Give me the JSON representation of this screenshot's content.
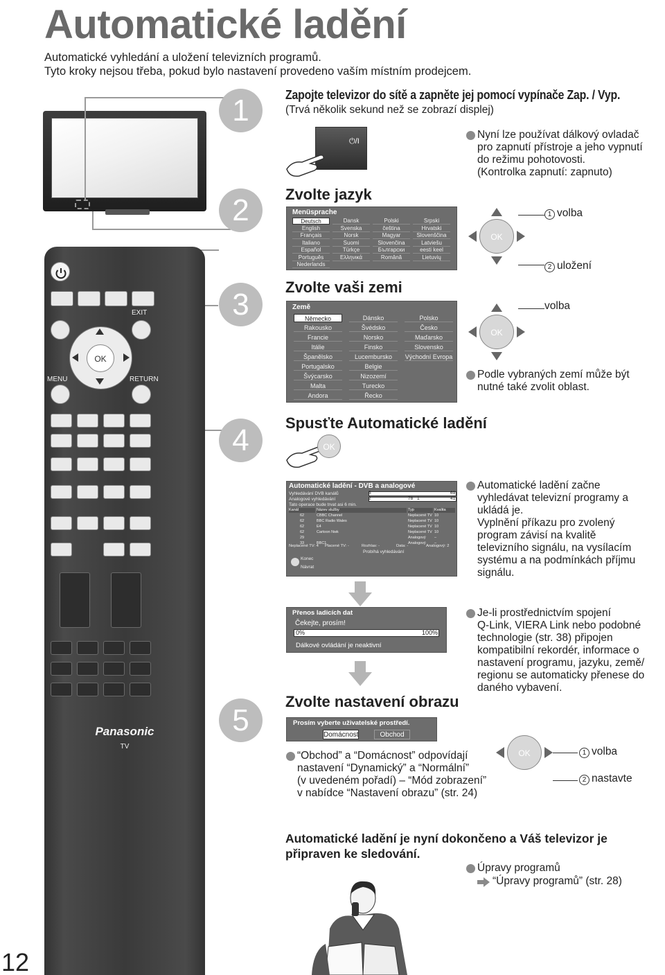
{
  "title": "Automatické ladění",
  "intro": {
    "line1": "Automatické vyhledání a uložení televizních programů.",
    "line2": "Tyto kroky nejsou třeba, pokud bylo nastavení provedeno vaším místním prodejcem."
  },
  "remote": {
    "brand": "Panasonic",
    "model": "TV",
    "exit_label": "EXIT",
    "menu_label": "MENU",
    "return_label": "RETURN",
    "ok_label": "OK"
  },
  "steps": {
    "s1": {
      "number": "1",
      "heading": "Zapojte televizor do sítě a zapněte jej pomocí vypínače Zap. / Vyp.",
      "subheading": "(Trvá několik sekund než se zobrazí displej)",
      "power_label": "⏻/I",
      "note_lines": [
        "Nyní lze používat dálkový ovladač",
        "pro zapnutí přístroje a jeho vypnutí",
        "do režimu pohotovosti.",
        "(Kontrolka zapnutí: zapnuto)"
      ]
    },
    "s2": {
      "number": "2",
      "heading": "Zvolte jazyk",
      "menu_title": "Menüsprache",
      "languages": [
        [
          "Deutsch",
          "Dansk",
          "Polski",
          "Srpski"
        ],
        [
          "English",
          "Svenska",
          "čeština",
          "Hrvatski"
        ],
        [
          "Français",
          "Norsk",
          "Magyar",
          "Slovenščina"
        ],
        [
          "Italiano",
          "Suomi",
          "Slovenčina",
          "Latviešu"
        ],
        [
          "Español",
          "Türkçe",
          "Български",
          "eesti keel"
        ],
        [
          "Português",
          "Ελληνικά",
          "Română",
          "Lietuvių"
        ],
        [
          "Nederlands",
          "",
          "",
          ""
        ]
      ],
      "ok_label": "OK",
      "action1": "volba",
      "action2": "uložení",
      "num1": "1",
      "num2": "2"
    },
    "s3": {
      "number": "3",
      "heading": "Zvolte vaši zemi",
      "menu_title": "Země",
      "countries": [
        [
          "Německo",
          "Dánsko",
          "Polsko"
        ],
        [
          "Rakousko",
          "Švédsko",
          "Česko"
        ],
        [
          "Francie",
          "Norsko",
          "Maďarsko"
        ],
        [
          "Itálie",
          "Finsko",
          "Slovensko"
        ],
        [
          "Španělsko",
          "Lucembursko",
          "Východní Evropa"
        ],
        [
          "Portugalsko",
          "Belgie",
          ""
        ],
        [
          "Švýcarsko",
          "Nizozemí",
          ""
        ],
        [
          "Malta",
          "Turecko",
          ""
        ],
        [
          "Andora",
          "Řecko",
          ""
        ]
      ],
      "ok_label": "OK",
      "action": "volba",
      "note_lines": [
        "Podle vybraných zemí může být",
        "nutné také zvolit oblast."
      ]
    },
    "s4": {
      "number": "4",
      "heading": "Spusťte Automatické ladění",
      "ok_label": "OK",
      "scan": {
        "title": "Automatické ladění - DVB a analogové",
        "row1_label": "Vyhledávání DVB kanálů",
        "row1_from": "5",
        "row1_to": "69",
        "row2_label": "Analogové vyhledávání",
        "row2_from": "2",
        "row2_mid1": "78",
        "row2_mid2": "1",
        "row2_to": "41",
        "info": "Tato operace bude trvat asi 6 min.",
        "headers": [
          "Kanál",
          "Název služby",
          "Typ",
          "Kvalita"
        ],
        "rows": [
          [
            "62",
            "CBBC Channel",
            "Neplacené TV",
            "10"
          ],
          [
            "62",
            "BBC Radio Wales",
            "Neplacené TV",
            "10"
          ],
          [
            "62",
            "E4",
            "Neplacené TV",
            "10"
          ],
          [
            "62",
            "Cartoon Nwk",
            "Neplacené TV",
            "10"
          ],
          [
            "29",
            "",
            "Analogový",
            "–"
          ],
          [
            "33",
            "BBC1",
            "Analogový",
            "–"
          ]
        ],
        "summary": [
          "Neplacené TV: 4",
          "Placené TV: -",
          "Rozhlas: -",
          "Data: -",
          "Analogový: 2"
        ],
        "status": "Probíhá vyhledávání",
        "exit": "Konec",
        "back": "Návrat"
      },
      "notes_a": [
        "Automatické ladění začne",
        "vyhledávat televizní programy a",
        "ukládá je.",
        "Vyplnění příkazu pro zvolený",
        "program závisí na kvalitě",
        "televizního signálu, na vysílacím",
        "systému a na podmínkách příjmu",
        "signálu."
      ],
      "transfer": {
        "title": "Přenos ladicích dat",
        "wait": "Čekejte, prosím!",
        "p0": "0%",
        "p100": "100%",
        "inactive": "Dálkové ovládání je neaktivní"
      },
      "notes_b": [
        "Je-li prostřednictvím spojení",
        "Q-Link, VIERA Link nebo podobné",
        "technologie (str. 38) připojen",
        "kompatibilní rekordér, informace o",
        "nastavení programu, jazyku,  země/",
        "regionu se automaticky přenese do",
        "daného vybavení."
      ]
    },
    "s5": {
      "number": "5",
      "heading": "Zvolte nastavení obrazu",
      "menu_title": "Prosím vyberte uživatelské prostředí.",
      "option1": "Domácnost",
      "option2": "Obchod",
      "ok_label": "OK",
      "action1": "volba",
      "action2": "nastavte",
      "num1": "1",
      "num2": "2",
      "note_lines": [
        "“Obchod” a “Domácnost” odpovídají",
        "nastavení “Dynamický” a “Normální”",
        "(v uvedeném pořadí) – “Mód zobrazení”",
        "v nabídce “Nastavení obrazu” (str. 24)"
      ]
    }
  },
  "final": {
    "line1": "Automatické ladění je nyní dokončeno a Váš televizor je",
    "line2": "připraven ke sledování.",
    "link_title": "Úpravy programů",
    "link_ref": "“Úpravy programů” (str. 28)"
  },
  "page_number": "12",
  "colors": {
    "title": "#6a6a6a",
    "step_circle": "#bdbdbd",
    "panel": "#6d6d6d",
    "bullet": "#8a8a8a",
    "remote": "#3a3a3a"
  }
}
